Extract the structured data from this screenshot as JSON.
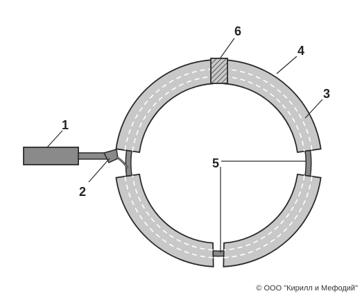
{
  "labels": {
    "l1": "1",
    "l2": "2",
    "l3": "3",
    "l4": "4",
    "l5": "5",
    "l6": "6"
  },
  "copyright": "© ООО \"Кирилл и Мефодий\"",
  "colors": {
    "magnet_fill": "#c8c8c8",
    "chamber_fill": "#8a8a8a",
    "outline": "#2a2a2a",
    "background": "#ffffff"
  }
}
